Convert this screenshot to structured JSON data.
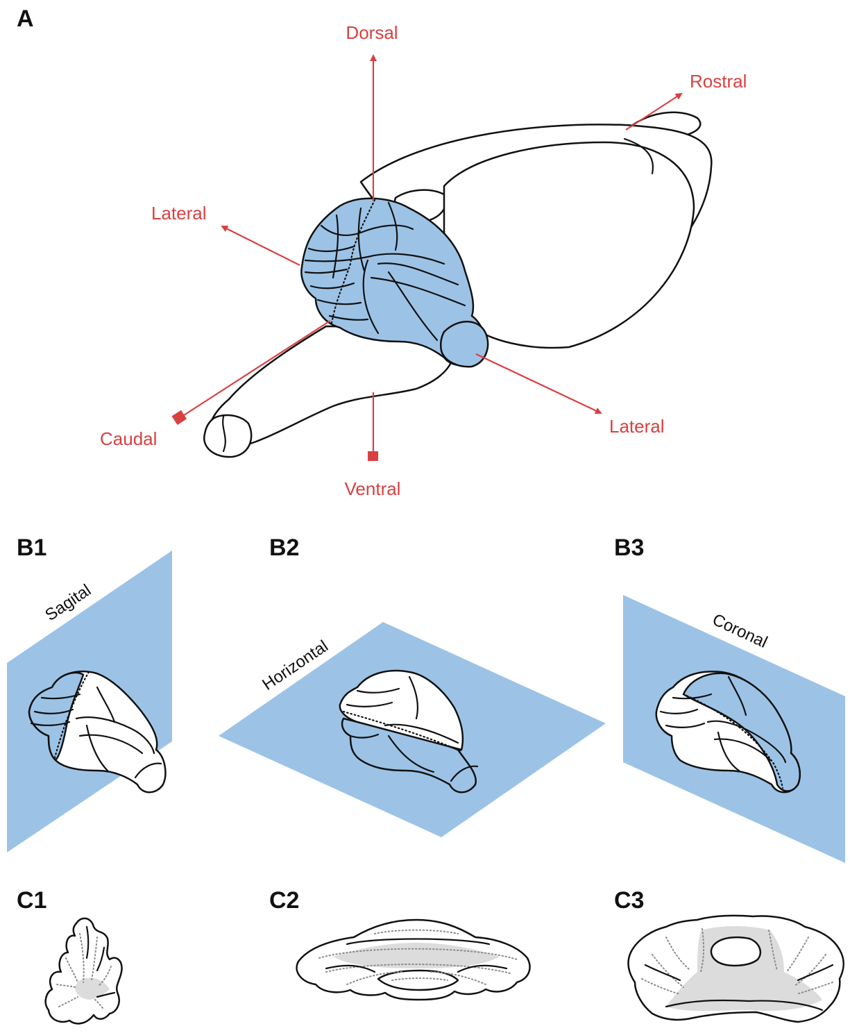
{
  "colors": {
    "accent_red": "#d94040",
    "cerebellum_blue": "#9cc3e6",
    "white_matter_grey": "#dcdcdc",
    "outline": "#111111"
  },
  "panels": {
    "A": {
      "label": "A"
    },
    "B1": {
      "label": "B1",
      "plane": "Sagital"
    },
    "B2": {
      "label": "B2",
      "plane": "Horizontal"
    },
    "B3": {
      "label": "B3",
      "plane": "Coronal"
    },
    "C1": {
      "label": "C1"
    },
    "C2": {
      "label": "C2"
    },
    "C3": {
      "label": "C3"
    }
  },
  "axes": {
    "dorsal": "Dorsal",
    "ventral": "Ventral",
    "rostral": "Rostral",
    "caudal": "Caudal",
    "lateral_left": "Lateral",
    "lateral_right": "Lateral"
  }
}
